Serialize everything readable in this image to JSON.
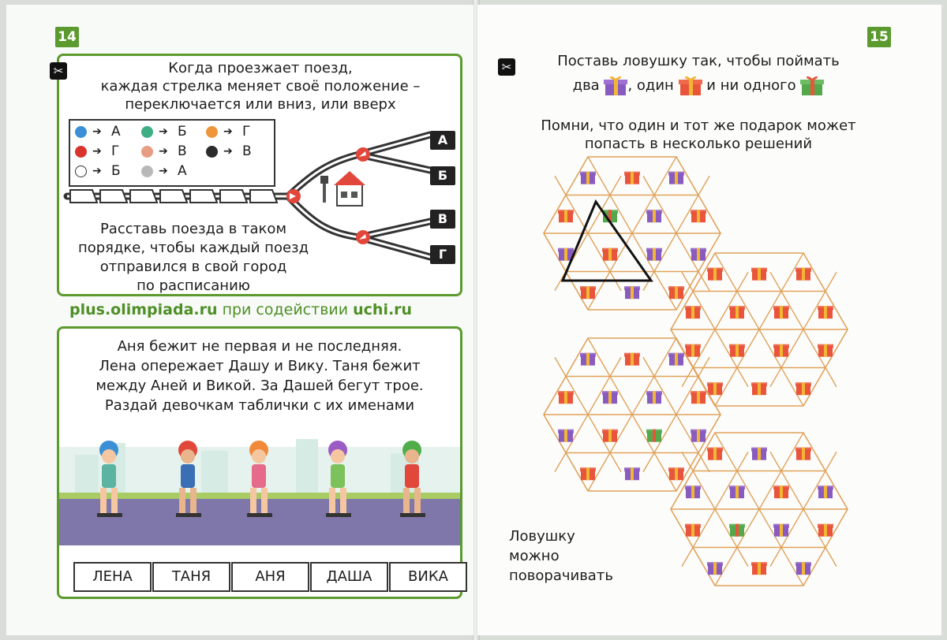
{
  "left_page": {
    "page_number": "14",
    "task1": {
      "lines": [
        "Когда проезжает поезд,",
        "каждая стрелка меняет своё положение –",
        "переключается или вниз, или вверх"
      ],
      "legend": [
        {
          "color": "#3a8fd6",
          "city": "А"
        },
        {
          "color": "#3fae82",
          "city": "Б"
        },
        {
          "color": "#f0963a",
          "city": "Г"
        },
        {
          "color": "#d9342b",
          "city": "Г"
        },
        {
          "color": "#e79d82",
          "city": "В"
        },
        {
          "color": "#2b2b2b",
          "city": "В"
        },
        {
          "color": "#ffffff",
          "city": "Б"
        },
        {
          "color": "#b9b9b9",
          "city": "А"
        }
      ],
      "cities": [
        "А",
        "Б",
        "В",
        "Г"
      ],
      "bottom_lines": [
        "Расставь поезда в таком",
        "порядке, чтобы каждый поезд",
        "отправился в свой город",
        "по расписанию"
      ]
    },
    "footer": {
      "site": "plus.olimpiada.ru",
      "middle": "при содействии",
      "partner": "uchi.ru"
    },
    "task2": {
      "lines": [
        "Аня бежит не первая и не последняя.",
        "Лена опережает Дашу и Вику. Таня бежит",
        "между Аней и Викой. За Дашей бегут трое.",
        "Раздай девочкам таблички с их именами"
      ],
      "names": [
        "ЛЕНА",
        "ТАНЯ",
        "АНЯ",
        "ДАША",
        "ВИКА"
      ],
      "helmet_colors": [
        "#3a8fd6",
        "#e2473c",
        "#f08a3a",
        "#9a5bc4",
        "#4fae4a"
      ]
    }
  },
  "right_page": {
    "page_number": "15",
    "instruction": {
      "line1": "Поставь ловушку так, чтобы поймать",
      "line2_a": "два",
      "line2_b": ", один",
      "line2_c": "и ни одного"
    },
    "note_lines": [
      "Помни, что один и тот же подарок может",
      "попасть в несколько решений"
    ],
    "trap_note": [
      "Ловушку",
      "можно",
      "поворачивать"
    ],
    "colors": {
      "purple_gift": "#8a5bbf",
      "red_gift": "#e8553b",
      "green_gift": "#54a84b",
      "grid": "#e0a25a"
    }
  }
}
